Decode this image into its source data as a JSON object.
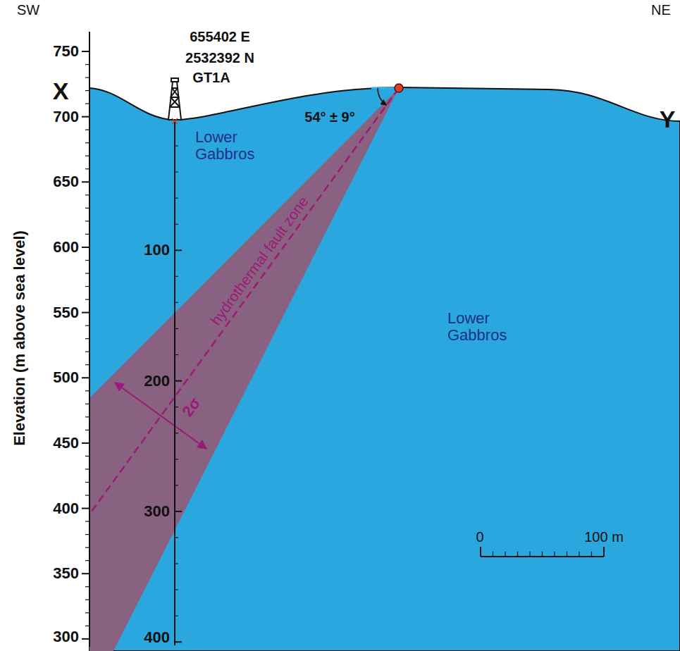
{
  "diagram": {
    "labels": [
      "SW",
      "NE",
      "X",
      "Y",
      "655402 E",
      "2532392 N",
      "GT1A",
      "54° ± 9°",
      "Lower Gabbros",
      "Lower Gabbros",
      "hydrothermal fault zone",
      "2σ",
      "Elevation (m above sea level)",
      "750",
      "700",
      "650",
      "600",
      "550",
      "500",
      "450",
      "400",
      "350",
      "300",
      "100",
      "200",
      "300",
      "400",
      "0",
      "100 m"
    ]
  }
}
